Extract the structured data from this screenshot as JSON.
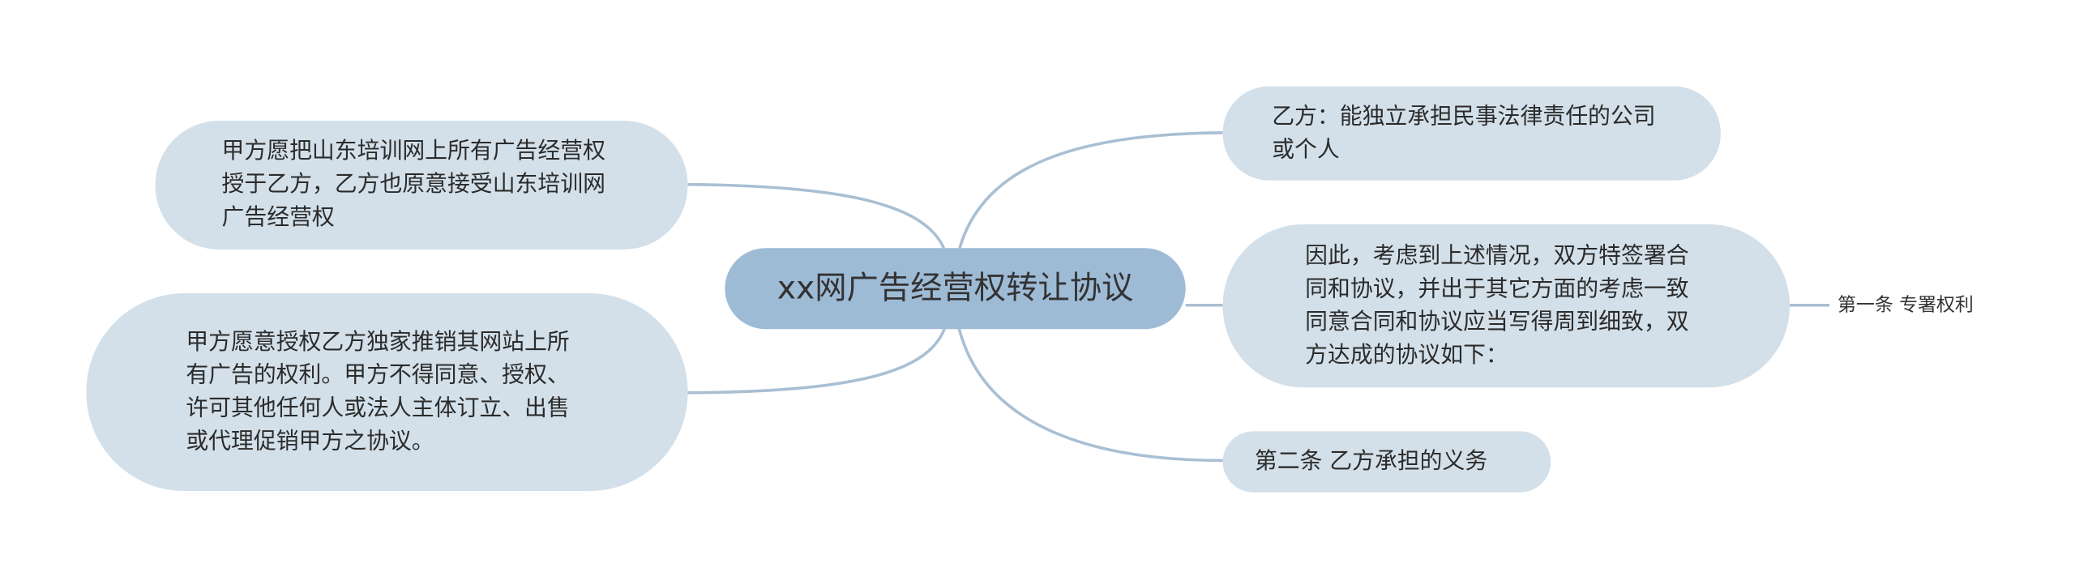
{
  "root": {
    "label": "xx网广告经营权转让协议"
  },
  "left_nodes": [
    {
      "text": "甲方愿把山东培训网上所有广告经营权授于乙方，乙方也原意接受山东培训网广告经营权"
    },
    {
      "text": "甲方愿意授权乙方独家推销其网站上所有广告的权利。甲方不得同意、授权、许可其他任何人或法人主体订立、出售或代理促销甲方之协议。"
    }
  ],
  "right_nodes": [
    {
      "text": "乙方：能独立承担民事法律责任的公司或个人"
    },
    {
      "text": "因此，考虑到上述情况，双方特签署合同和协议，并出于其它方面的考虑一致同意合同和协议应当写得周到细致，双方达成的协议如下："
    },
    {
      "text": "第二条 乙方承担的义务"
    }
  ],
  "leaf_nodes": [
    {
      "text": "第一条 专署权利"
    }
  ],
  "colors": {
    "root_fill": "#9ebbd6",
    "node_fill": "#d3e0ea",
    "edge": "#a9bfd3",
    "text": "#2b2b2b"
  }
}
